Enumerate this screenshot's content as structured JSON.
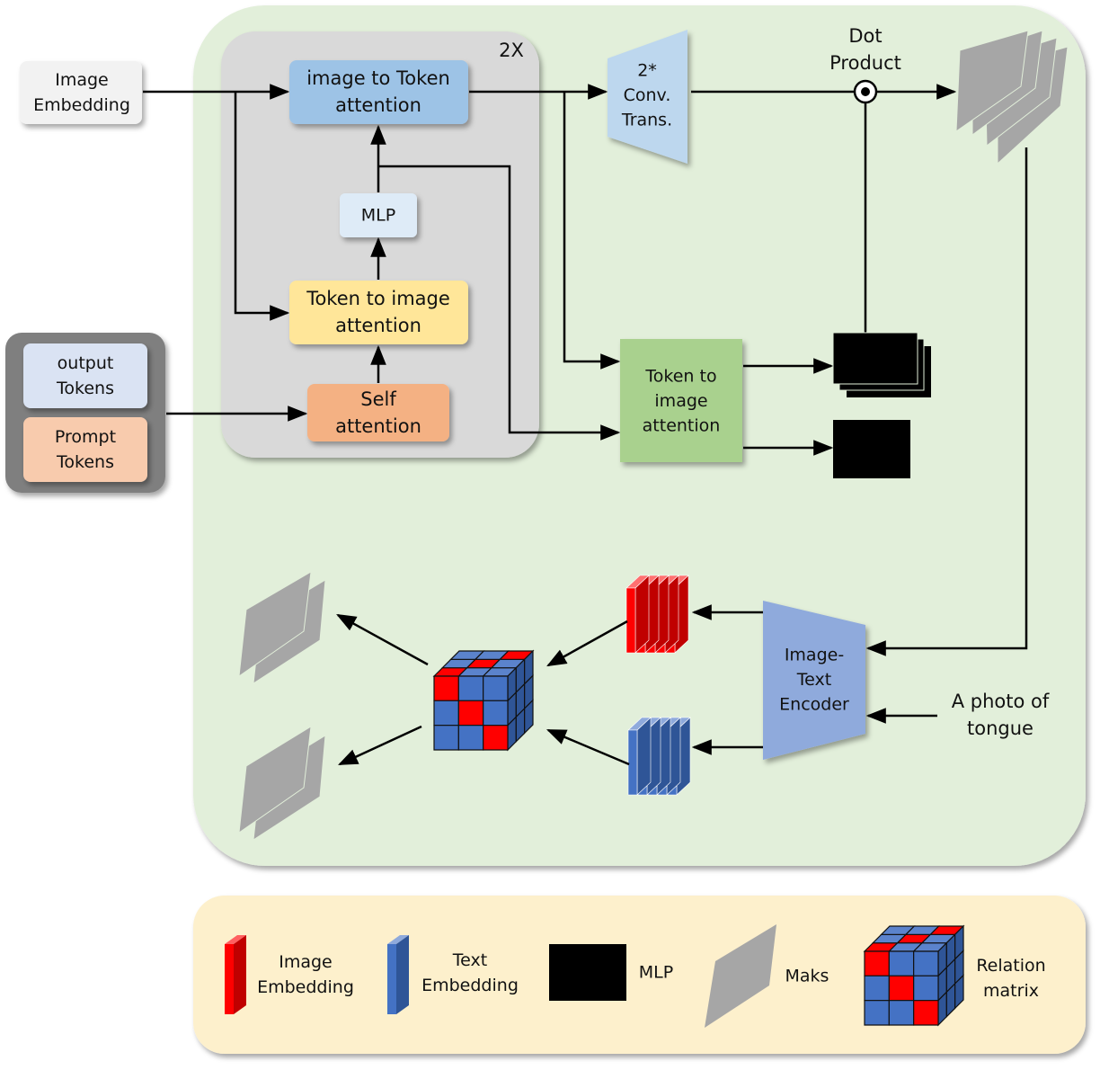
{
  "diagram": {
    "title": "Mask decoder with image-text relation module",
    "repeat_label": "2X",
    "colors": {
      "main_panel": "#e2efda",
      "loop_panel": "#d9d9d9",
      "legend_panel": "#fdf0cc",
      "token_panel": "#7f7f7f",
      "image_to_token": "#9dc3e6",
      "token_to_image_inner": "#ffe699",
      "mlp_inner": "#deebf7",
      "self_attention": "#f4b183",
      "output_tokens": "#dae3f3",
      "prompt_tokens": "#f8cbad",
      "token_to_image_outer": "#a9d18e",
      "conv_trans": "#bdd7ee",
      "encoder": "#8faadc",
      "mask": "#a6a6a6",
      "image_embedding": "#ff0000",
      "text_embedding": "#4472c4",
      "mlp_block": "#000000"
    },
    "inputs": {
      "image_embedding": "Image\nEmbedding",
      "output_tokens": "output\nTokens",
      "prompt_tokens": "Prompt\nTokens",
      "text_prompt": "A photo of\ntongue"
    },
    "blocks": {
      "image_to_token": "image to Token\nattention",
      "mlp": "MLP",
      "token_to_image_inner": "Token to image\nattention",
      "self_attention": "Self\nattention",
      "conv_trans": "2*\nConv.\nTrans.",
      "dot_product": "Dot\nProduct",
      "token_to_image_outer": "Token to\nimage\nattention",
      "encoder": "Image-\nText\nEncoder"
    },
    "legend": [
      {
        "icon": "image-embedding-slab",
        "label": "Image\nEmbedding"
      },
      {
        "icon": "text-embedding-slab",
        "label": "Text\nEmbedding"
      },
      {
        "icon": "mlp-black-square",
        "label": "MLP"
      },
      {
        "icon": "mask-parallelogram",
        "label": "Maks"
      },
      {
        "icon": "relation-matrix-cube",
        "label": "Relation\nmatrix"
      }
    ]
  }
}
